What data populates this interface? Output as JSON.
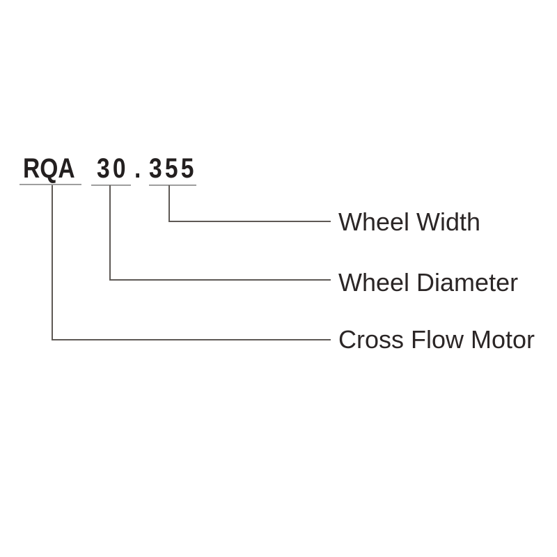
{
  "diagram": {
    "title_full_code": "RQA 30.355",
    "model_code": {
      "prefix": "RQA",
      "wheel_diameter": "30",
      "separator": ".",
      "wheel_width": "355"
    },
    "callouts": [
      {
        "code": "355",
        "label": "Wheel Width"
      },
      {
        "code": "30",
        "label": "Wheel Diameter"
      },
      {
        "code": "RQA",
        "label": "Cross Flow Motor"
      }
    ],
    "colors": {
      "code_text": "#231f1f",
      "label_text": "#2b2626",
      "underline": "#9e9e9e",
      "connector_line": "#5e5955",
      "background": "#ffffff"
    }
  }
}
